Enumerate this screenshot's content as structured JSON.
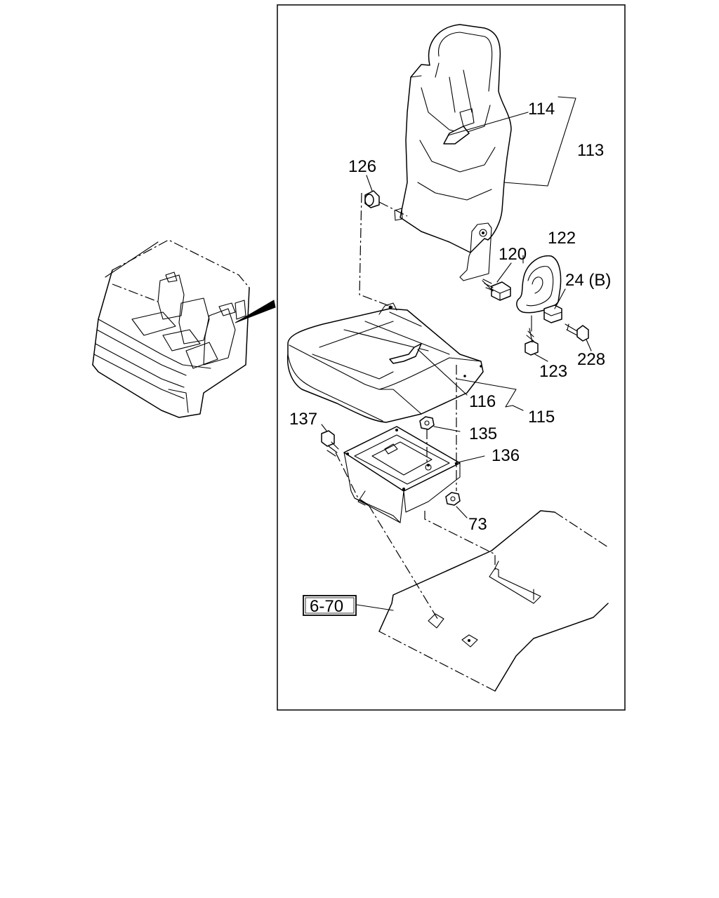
{
  "callouts": {
    "c114": "114",
    "c113": "113",
    "c126": "126",
    "c122": "122",
    "c120": "120",
    "c24b": "24 (B)",
    "c123": "123",
    "c228": "228",
    "c116": "116",
    "c115": "115",
    "c137": "137",
    "c135": "135",
    "c136": "136",
    "c73": "73",
    "ref670": "6-70"
  }
}
